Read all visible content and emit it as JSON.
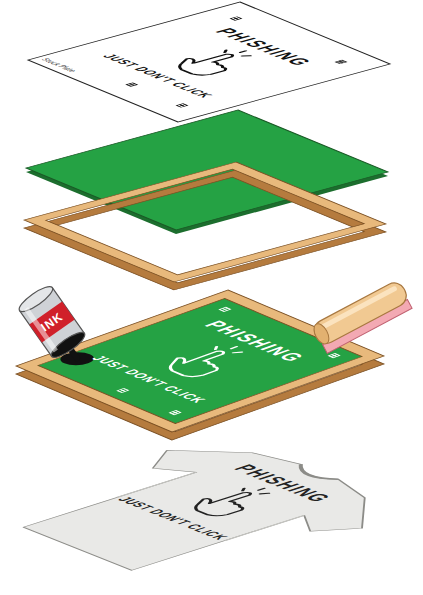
{
  "diagram": {
    "labels": [
      "Stock Plate",
      "PHISHING",
      "JUST DON'T CLICK",
      "PHISHING",
      "JUST DON'T CLICK",
      "INK",
      "PHISHING",
      "JUST DON'T CLICK"
    ]
  }
}
